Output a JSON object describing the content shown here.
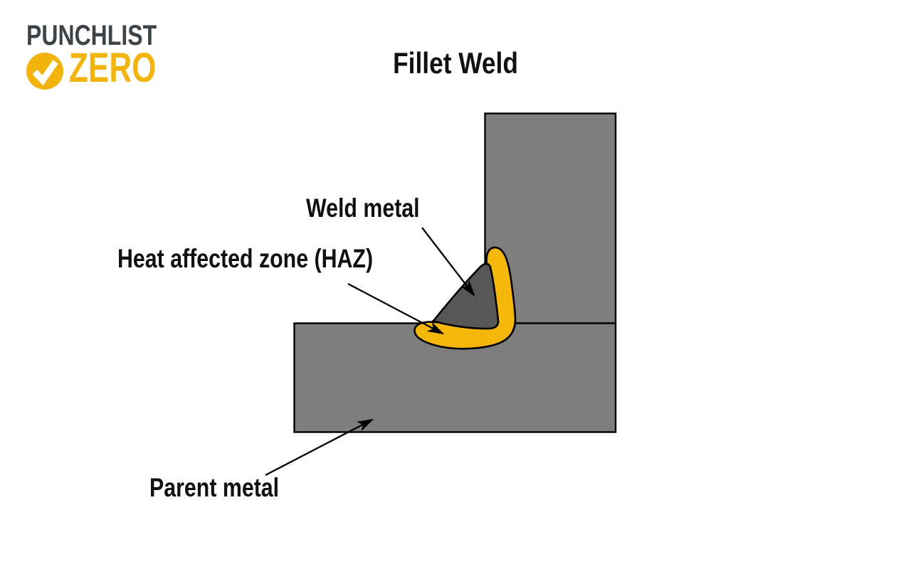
{
  "page": {
    "background": "#ffffff"
  },
  "logo": {
    "line1": "PUNCHLIST",
    "line2": "ZERO",
    "text_color": "#3E4347",
    "accent_color": "#F2B40C",
    "check_color": "#ffffff",
    "check_icon": "check-circle-icon"
  },
  "title": "Fillet Weld",
  "diagram": {
    "labels": {
      "weld_metal": "Weld metal",
      "haz": "Heat affected zone (HAZ)",
      "parent_metal": "Parent metal"
    },
    "colors": {
      "plate": "#7E7E7E",
      "weld_metal": "#575757",
      "haz": "#F5B70A",
      "outline": "#000000"
    }
  }
}
